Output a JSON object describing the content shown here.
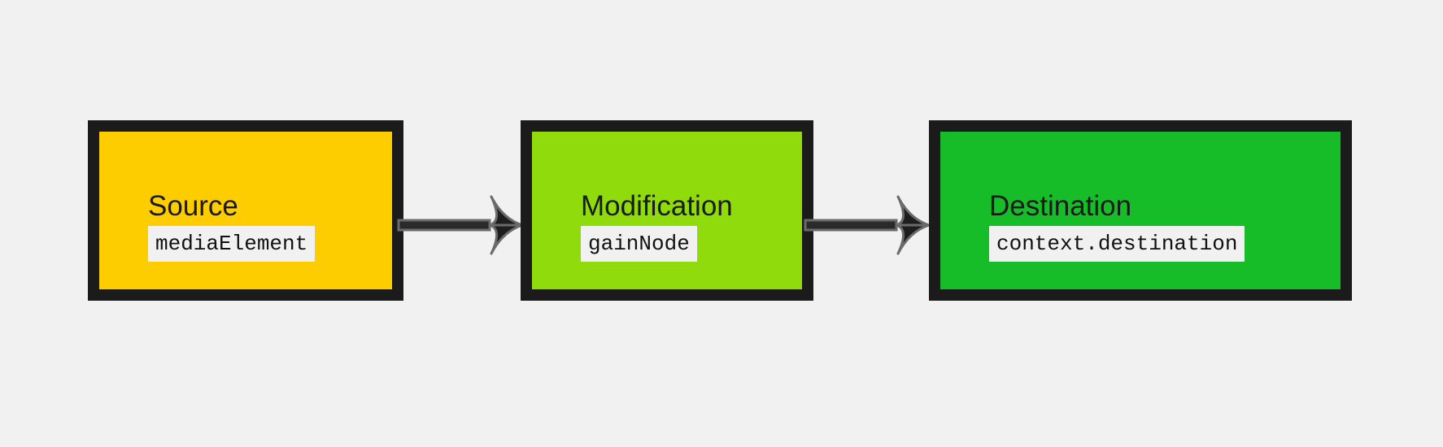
{
  "nodes": [
    {
      "title": "Source",
      "code": "mediaElement",
      "color": "#fecd00"
    },
    {
      "title": "Modification",
      "code": "gainNode",
      "color": "#8fdb0b"
    },
    {
      "title": "Destination",
      "code": "context.destination",
      "color": "#16bd28"
    }
  ],
  "colors": {
    "background": "#f1f1f1",
    "border": "#1b1b1b",
    "arrow_fill": "#1e1e1e",
    "arrow_outline": "#6b6b6b"
  }
}
